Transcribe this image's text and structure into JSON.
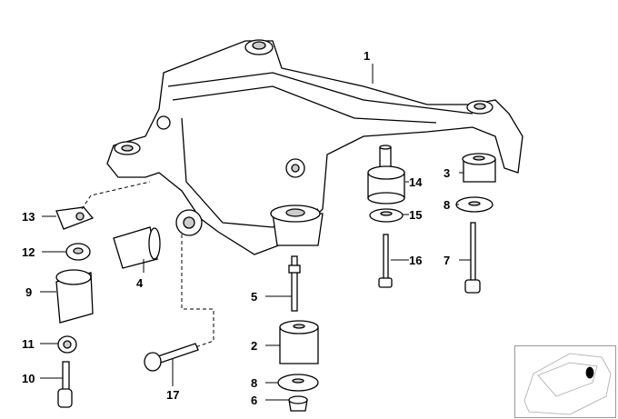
{
  "title": "Rear axle carrier parts diagram",
  "callouts": [
    {
      "id": "1",
      "label": "1"
    },
    {
      "id": "14",
      "label": "14"
    },
    {
      "id": "15",
      "label": "15"
    },
    {
      "id": "3",
      "label": "3"
    },
    {
      "id": "8a",
      "label": "8"
    },
    {
      "id": "16",
      "label": "16"
    },
    {
      "id": "7",
      "label": "7"
    },
    {
      "id": "13",
      "label": "13"
    },
    {
      "id": "12",
      "label": "12"
    },
    {
      "id": "9",
      "label": "9"
    },
    {
      "id": "4",
      "label": "4"
    },
    {
      "id": "5",
      "label": "5"
    },
    {
      "id": "2",
      "label": "2"
    },
    {
      "id": "11",
      "label": "11"
    },
    {
      "id": "10",
      "label": "10"
    },
    {
      "id": "17",
      "label": "17"
    },
    {
      "id": "8b",
      "label": "8"
    },
    {
      "id": "6",
      "label": "6"
    }
  ],
  "colors": {
    "line": "#000000",
    "fill": "#ffffff",
    "shade": "#dddddd"
  }
}
